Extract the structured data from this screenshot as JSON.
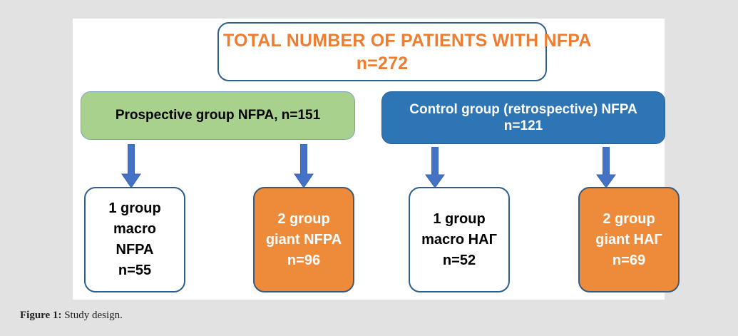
{
  "figure": {
    "caption_label": "Figure 1:",
    "caption_text": " Study design."
  },
  "colors": {
    "orange_text": "#ED7D31",
    "orange_fill": "#ED8B3B",
    "green_fill": "#A9D18E",
    "blue_fill": "#2E75B6",
    "border_blue": "#2E5F8A",
    "arrow_blue": "#4472C4",
    "page_background": "#E2E2E2",
    "panel_background": "#FFFFFF"
  },
  "chart_data": {
    "type": "diagram",
    "title": "Study design",
    "nodes": [
      {
        "id": "total",
        "lines": [
          "TOTAL NUMBER OF PATIENTS WITH NFPA",
          "n=272"
        ],
        "n": 272,
        "style": "white-box-orange-text"
      },
      {
        "id": "prospective",
        "lines": [
          "Prospective group NFPA, n=151"
        ],
        "n": 151,
        "style": "green-box"
      },
      {
        "id": "control",
        "lines": [
          "Control group (retrospective) NFPA",
          "n=121"
        ],
        "n": 121,
        "style": "blue-box"
      },
      {
        "id": "macro-nfpa",
        "lines": [
          "1 group",
          "macro",
          "NFPA",
          "n=55"
        ],
        "n": 55,
        "style": "white-box"
      },
      {
        "id": "giant-nfpa",
        "lines": [
          "2 group",
          "giant NFPA",
          "n=96"
        ],
        "n": 96,
        "style": "orange-box"
      },
      {
        "id": "macro-hag",
        "lines": [
          "1 group",
          "macro НАГ",
          "n=52"
        ],
        "n": 52,
        "style": "white-box"
      },
      {
        "id": "giant-hag",
        "lines": [
          "2 group",
          "giant НАГ",
          "n=69"
        ],
        "n": 69,
        "style": "orange-box"
      }
    ],
    "edges": [
      {
        "from": "prospective",
        "to": "macro-nfpa"
      },
      {
        "from": "prospective",
        "to": "giant-nfpa"
      },
      {
        "from": "control",
        "to": "macro-hag"
      },
      {
        "from": "control",
        "to": "giant-hag"
      }
    ]
  },
  "nodes": {
    "total": {
      "line1": "TOTAL NUMBER OF PATIENTS WITH NFPA",
      "line2": "n=272"
    },
    "prospective": {
      "line1": "Prospective group NFPA, n=151"
    },
    "control": {
      "line1": "Control group (retrospective) NFPA",
      "line2": "n=121"
    },
    "macro_nfpa": {
      "line1": "1 group",
      "line2": "macro",
      "line3": "NFPA",
      "line4": "n=55"
    },
    "giant_nfpa": {
      "line1": "2 group",
      "line2": "giant NFPA",
      "line3": "n=96"
    },
    "macro_hag": {
      "line1": "1 group",
      "line2": "macro НАГ",
      "line3": "n=52"
    },
    "giant_hag": {
      "line1": "2 group",
      "line2": "giant НАГ",
      "line3": "n=69"
    }
  }
}
